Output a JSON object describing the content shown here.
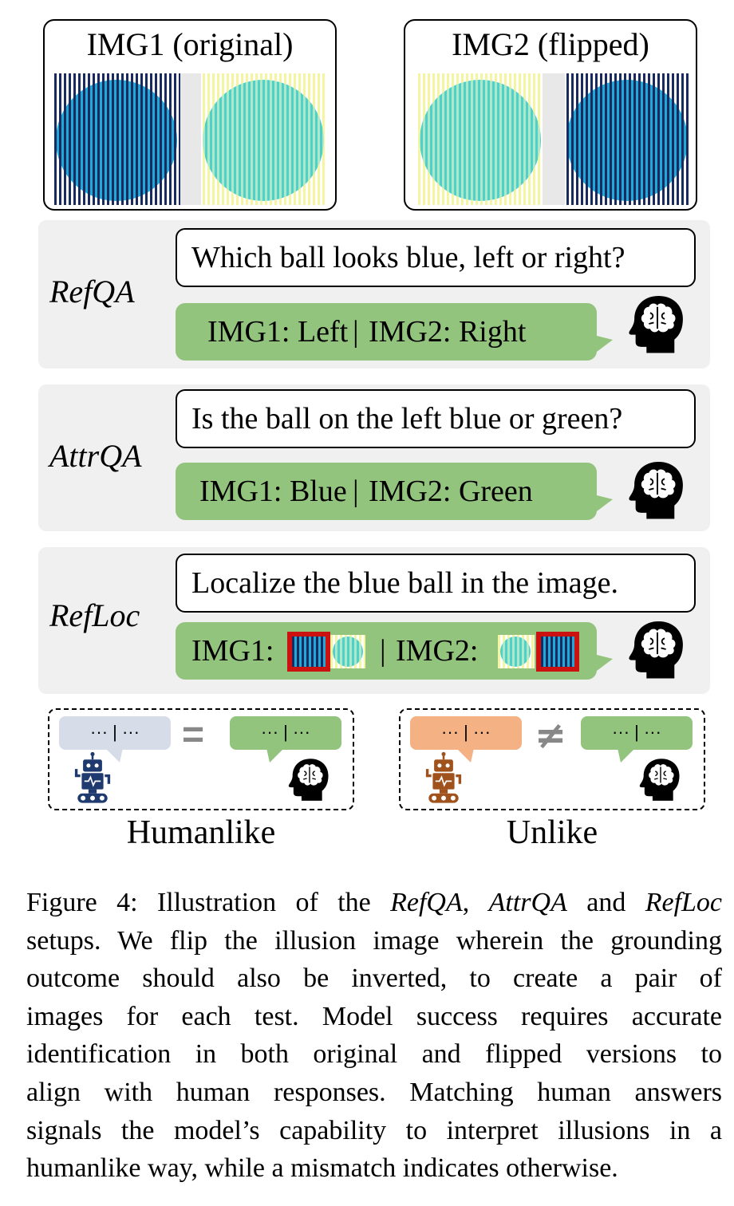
{
  "panels": {
    "img1_title": "IMG1 (original)",
    "img2_title": "IMG2 (flipped)"
  },
  "colors": {
    "navy_stripe": "#1a2a5e",
    "cyan_ball": "#1fa8d8",
    "yellow_stripe": "#f5f5a0",
    "answer_green": "#93c47d",
    "robot_blue_bubble": "#d6dde8",
    "robot_orange_bubble": "#f4b183",
    "red_box": "#cc1111"
  },
  "sections": {
    "refqa": {
      "label": "RefQA",
      "question": "Which ball looks blue, left or right?",
      "answer_img1": "IMG1: Left",
      "separator": "|",
      "answer_img2": "IMG2: Right"
    },
    "attrqa": {
      "label": "AttrQA",
      "question": "Is the ball on the left blue or green?",
      "answer_img1": "IMG1: Blue",
      "separator": "|",
      "answer_img2": "IMG2: Green"
    },
    "refloc": {
      "label": "RefLoc",
      "question": "Localize the blue ball in the image.",
      "answer_img1": "IMG1:",
      "separator": "|",
      "answer_img2": "IMG2:"
    }
  },
  "comparison": {
    "bubble_text": "··· | ···",
    "equal_sign": "=",
    "not_equal_sign": "≠",
    "humanlike_label": "Humanlike",
    "unlike_label": "Unlike"
  },
  "caption": {
    "line1_a": "Figure 4: Illustration of the ",
    "line1_refqa": "RefQA",
    "line1_b": ", ",
    "line1_attrqa": "AttrQA",
    "line1_c": " and ",
    "line1_refloc": "RefLoc",
    "line2": "setups. We flip the illusion image wherein the grounding",
    "line3": "outcome should also be inverted, to create a pair of",
    "line4": "images for each test. Model success requires accurate",
    "line5": "identification in both original and flipped versions to",
    "line6": "align with human responses. Matching human answers",
    "line7": "signals the model’s capability to interpret illusions in a",
    "line8": "humanlike way, while a mismatch indicates otherwise."
  }
}
